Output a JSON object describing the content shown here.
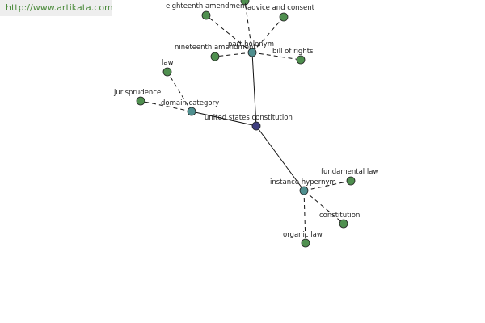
{
  "watermark": "http://www.artikata.com",
  "colors": {
    "leaf": "#4f8f4f",
    "relation": "#4f8f8f",
    "center": "#3f3f7f"
  },
  "nodes": {
    "center": "united states constitution",
    "part_holonym": "part holonym",
    "domain_category": "domain category",
    "instance_hypernym": "instance hypernym",
    "eighteenth_amendment": "eighteenth amendment",
    "advice_and_consent": "advice and consent",
    "nineteenth_amendment": "nineteenth amendment",
    "bill_of_rights": "bill of rights",
    "law": "law",
    "jurisprudence": "jurisprudence",
    "fundamental_law": "fundamental law",
    "constitution": "constitution",
    "organic_law": "organic law"
  }
}
